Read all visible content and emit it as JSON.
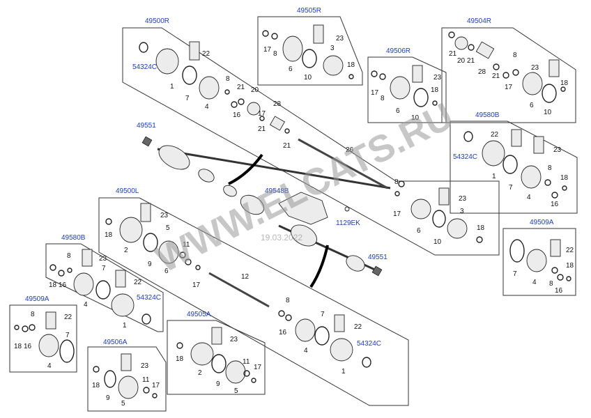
{
  "labels": {
    "r49500R": "49500R",
    "r49505R": "49505R",
    "r49506R": "49506R",
    "r49504R": "49504R",
    "r49580B_right": "49580B",
    "r49509A_right": "49509A",
    "r49551_top": "49551",
    "r49548B": "49548B",
    "r1129EK": "1129EK",
    "r49551_bottom": "49551",
    "r49500L": "49500L",
    "r49580B_left": "49580B",
    "r49509A_left": "49509A",
    "r49506A": "49506A",
    "r49505A": "49505A",
    "r54324C_a": "54324C",
    "r54324C_b": "54324C",
    "r54324C_c": "54324C",
    "r54324C_d": "54324C"
  },
  "numbers": {
    "n1": "1",
    "n2": "2",
    "n3": "3",
    "n4": "4",
    "n5": "5",
    "n6": "6",
    "n7": "7",
    "n8": "8",
    "n9": "9",
    "n10": "10",
    "n11": "11",
    "n12": "12",
    "n16": "16",
    "n17": "17",
    "n18": "18",
    "n20": "20",
    "n21": "21",
    "n22": "22",
    "n23": "23",
    "n26": "26",
    "n28": "28"
  },
  "watermark": {
    "site": "WWW.ELCATS.RU",
    "date": "19.03.2022"
  }
}
